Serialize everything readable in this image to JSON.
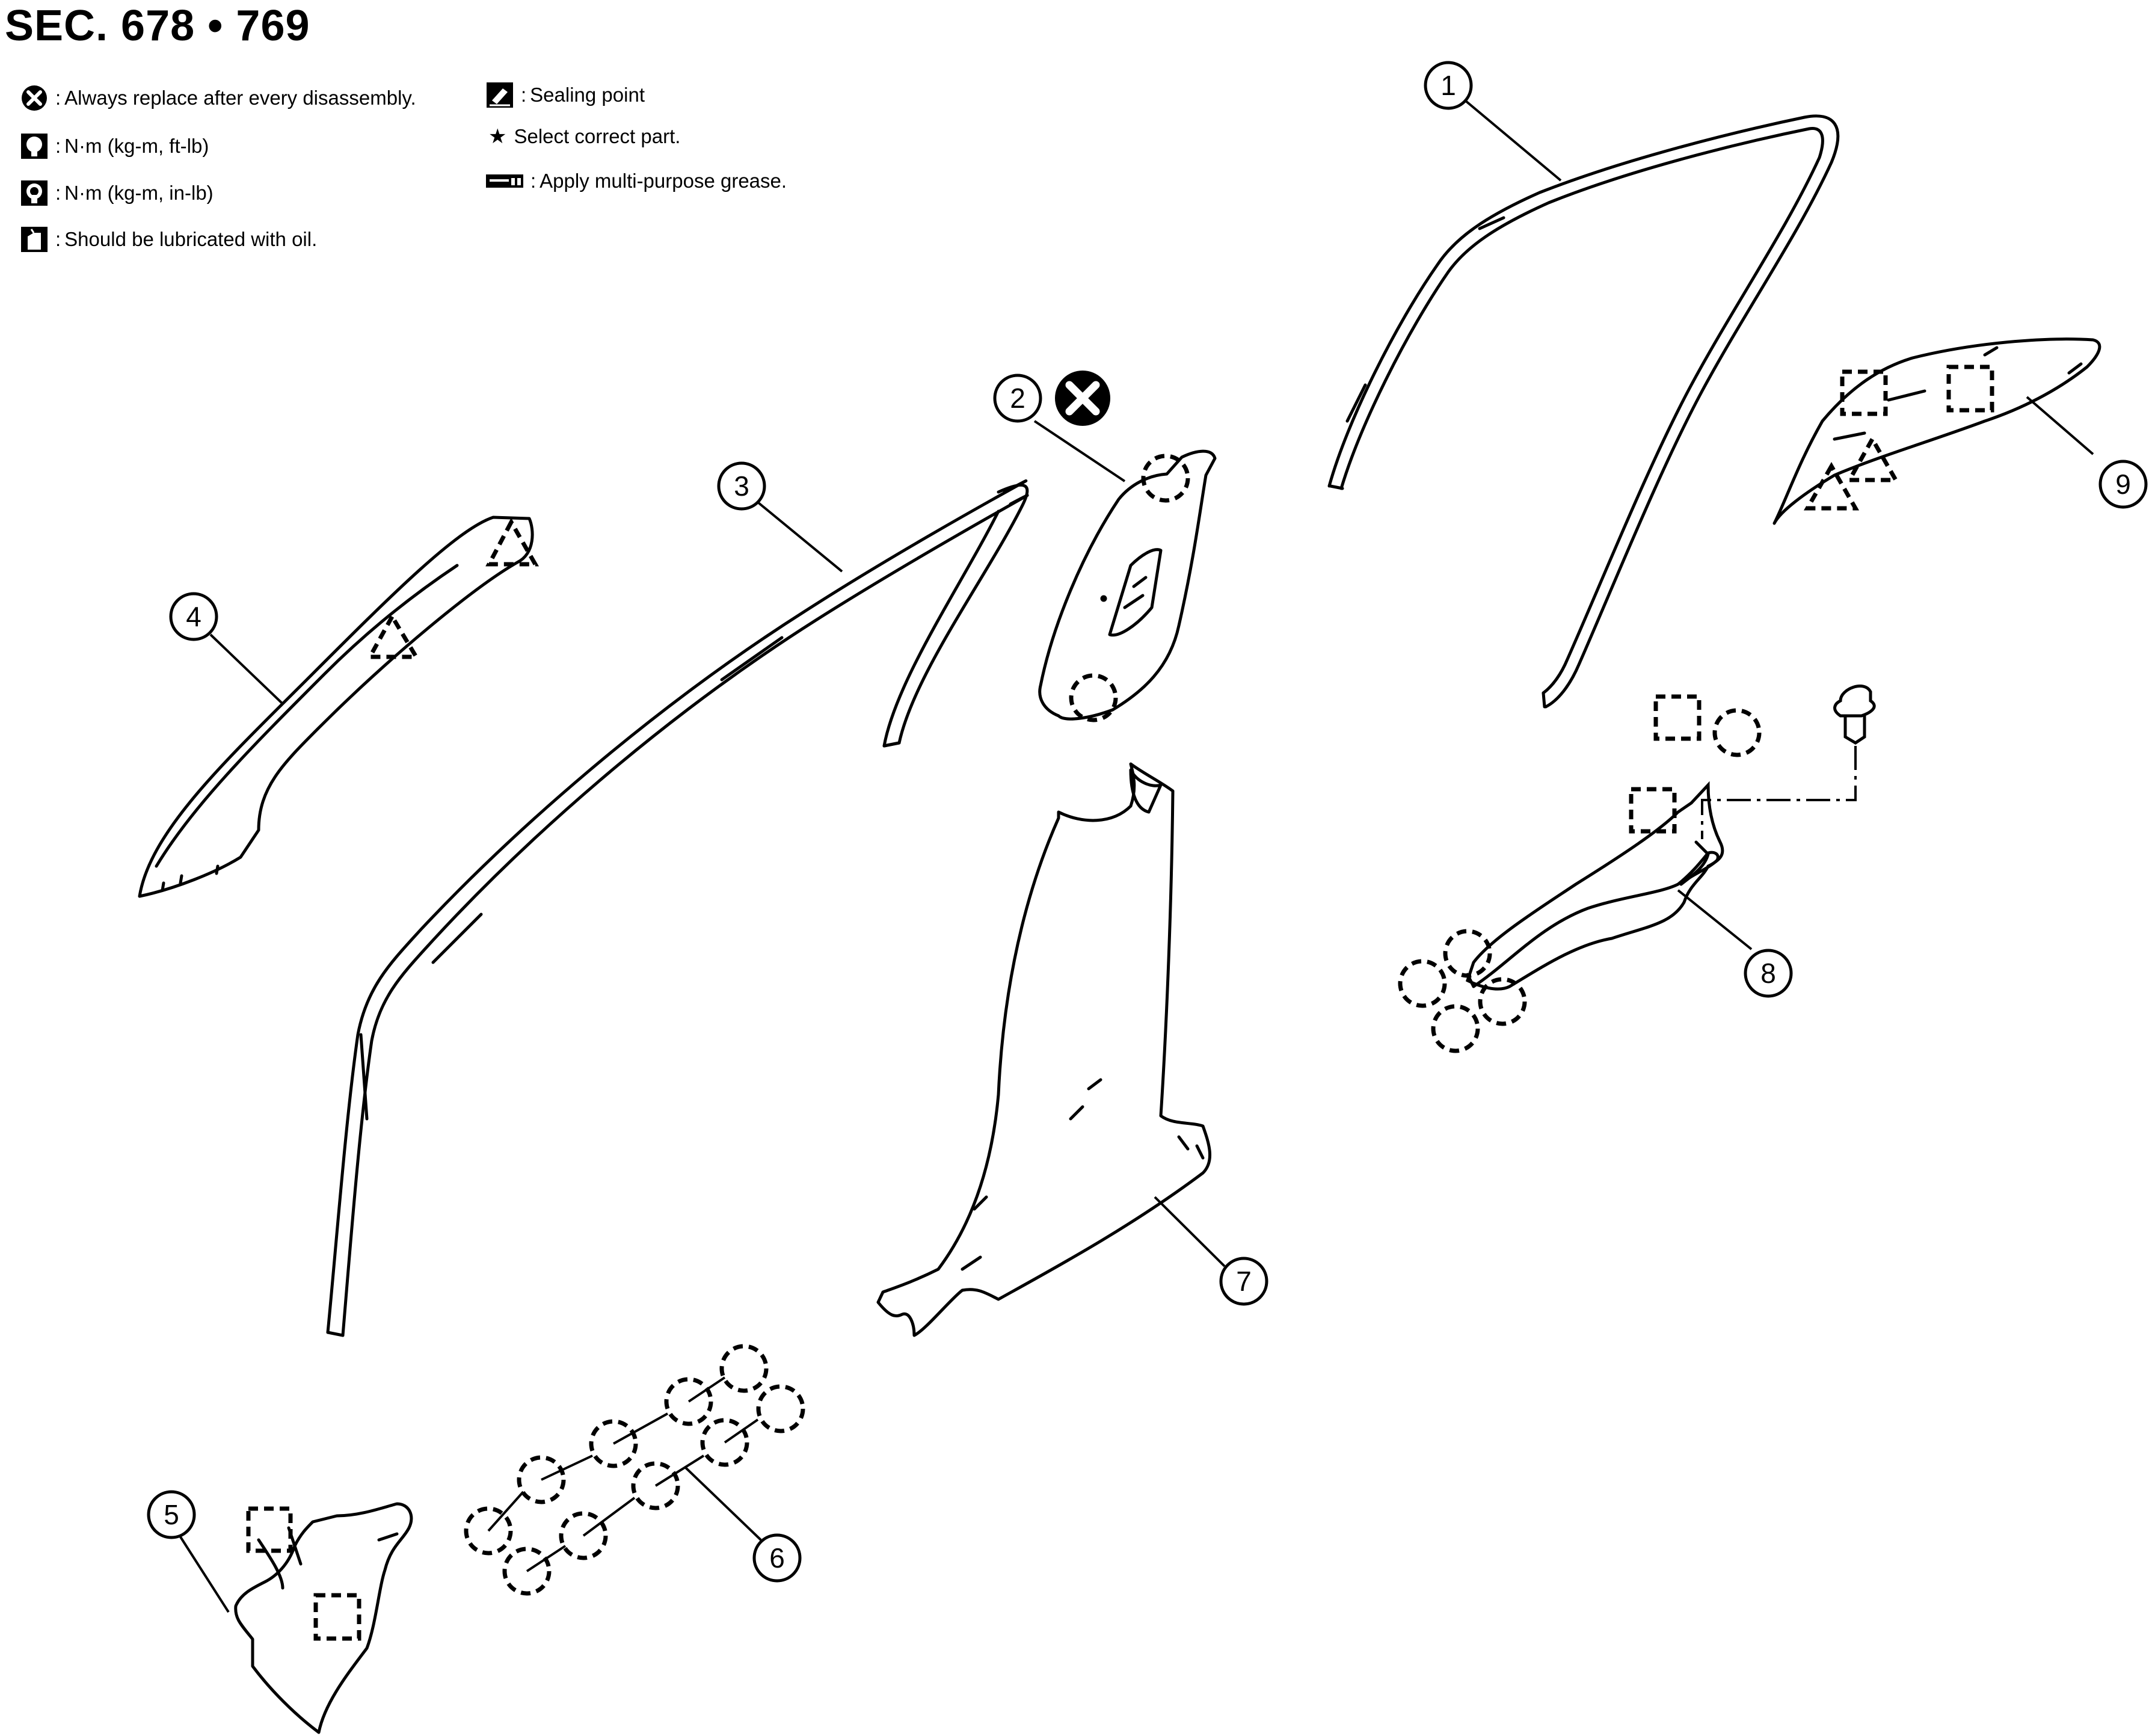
{
  "section_title": "SEC. 678 • 769",
  "legend": {
    "always_replace": "Always replace after every disassembly.",
    "torque_ft_lb": "N·m (kg-m, ft-lb)",
    "torque_in_lb": "N·m (kg-m, in-lb)",
    "lubricate_oil": "Should be lubricated with oil.",
    "sealing_point": "Sealing point",
    "select_part": "Select correct part.",
    "apply_grease": "Apply multi-purpose grease.",
    "separator": ":",
    "star_glyph": "★"
  },
  "callouts": [
    "1",
    "2",
    "3",
    "4",
    "5",
    "6",
    "7",
    "8",
    "9"
  ],
  "icons": {
    "replace": "x-circle-icon",
    "torque_ft": "torque-wrench-icon",
    "torque_in": "torque-wrench-filled-icon",
    "oil": "oil-can-icon",
    "seal": "sealing-point-icon",
    "grease": "grease-icon"
  },
  "colors": {
    "line": "#000000",
    "background": "#ffffff"
  }
}
